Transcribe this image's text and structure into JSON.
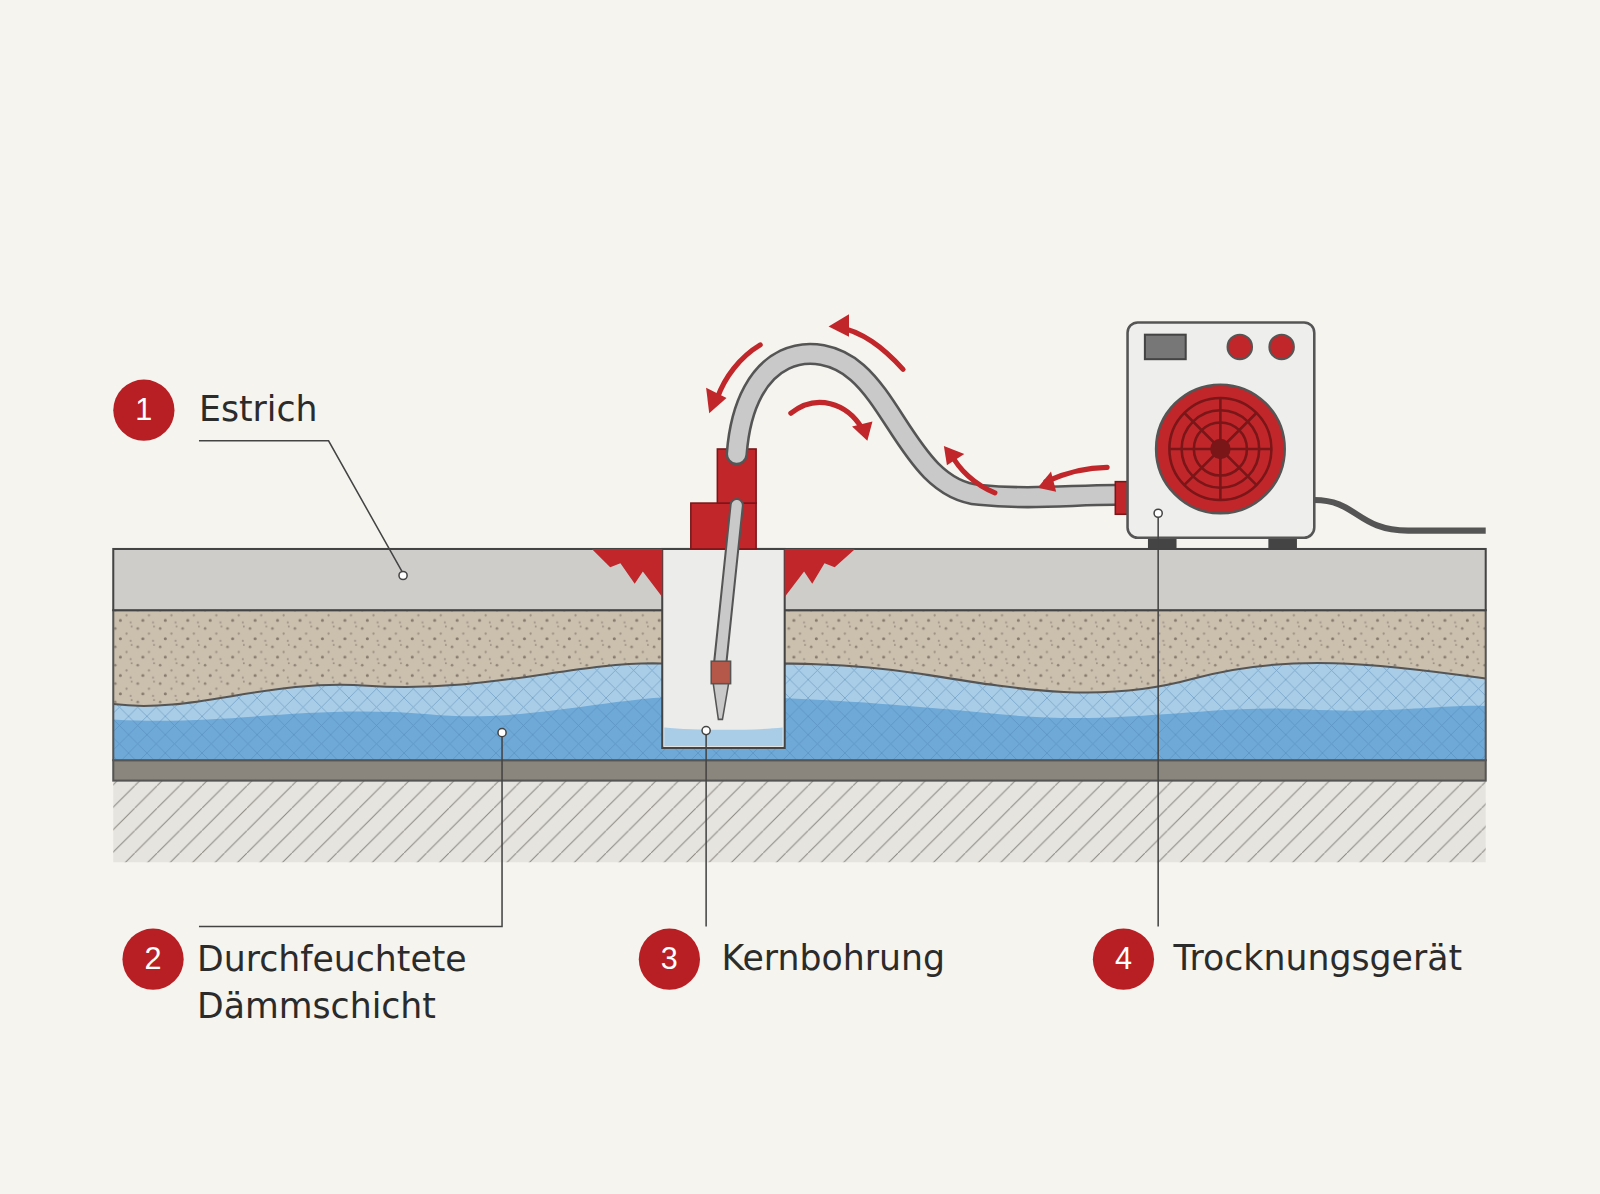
{
  "diagram": {
    "labels": [
      "1",
      "Estrich",
      "2",
      "Durchfeuchtete Dämmschicht",
      "3",
      "Kernbohrung",
      "4",
      "Trocknungsgerät"
    ]
  }
}
